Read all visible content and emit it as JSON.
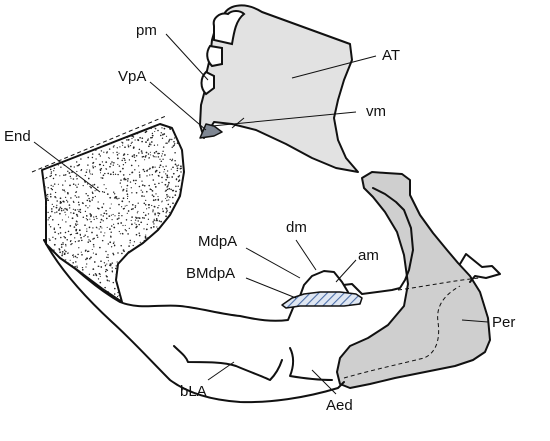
{
  "colors": {
    "outline": "#111111",
    "at_fill": "#e2e2e2",
    "per_fill": "#cfcfcf",
    "vpa_fill": "#7f8793",
    "hatch": "#4d6fa8",
    "hatch_bg": "#dfe7f3",
    "stipple": "#222222"
  },
  "labels": {
    "pm": "pm",
    "vpa": "VpA",
    "at": "AT",
    "vm": "vm",
    "end": "End",
    "mdpa": "MdpA",
    "dm": "dm",
    "am": "am",
    "bmdpa": "BMdpA",
    "per": "Per",
    "bla": "bLA",
    "aed": "Aed"
  }
}
